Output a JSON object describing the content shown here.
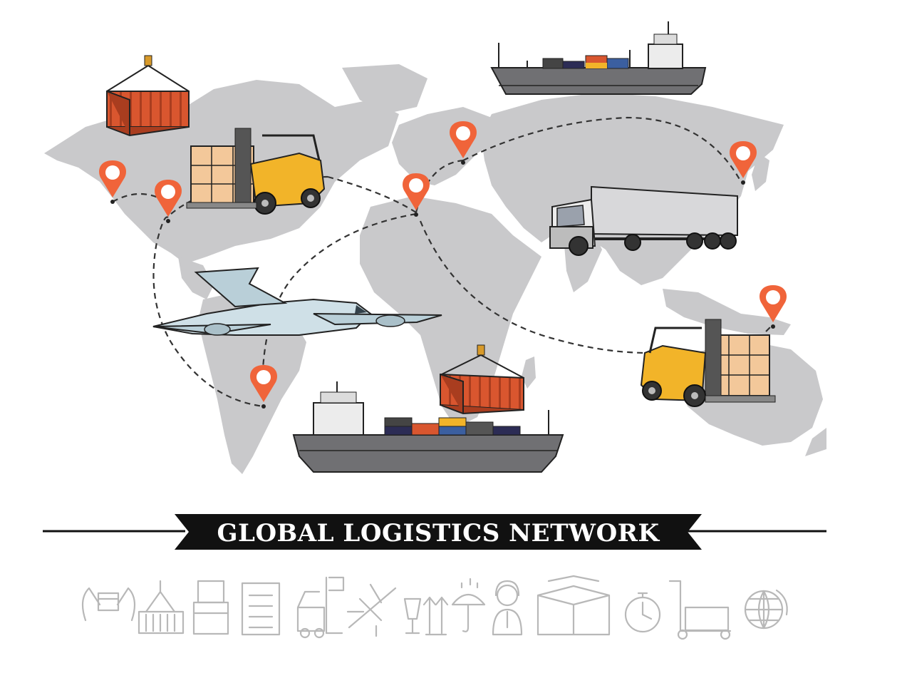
{
  "banner": {
    "title": "GLOBAL LOGISTICS NETWORK"
  },
  "colors": {
    "map": "#c9c9cb",
    "route": "#333333",
    "pin": "#f0643a",
    "container": "#d9562f",
    "forklift": "#f2b429",
    "banner": "#111111",
    "icons": "#b8b8b8"
  },
  "illustrations": [
    "world-map",
    "cargo-ship-top",
    "cargo-ship-bottom",
    "hanging-container-north-america",
    "hanging-container-africa",
    "forklift-north-america",
    "forklift-australia",
    "cargo-plane",
    "semi-truck"
  ],
  "icons": [
    "hands-package-icon",
    "crane-container-icon",
    "parcel-stack-icon",
    "checklist-icon",
    "forklift-icon",
    "airplane-icon",
    "fragile-glass-icon",
    "this-way-up-icon",
    "keep-dry-umbrella-icon",
    "operator-headset-icon",
    "stacked-boxes-icon",
    "stopwatch-icon",
    "hand-truck-icon",
    "globe-icon"
  ]
}
